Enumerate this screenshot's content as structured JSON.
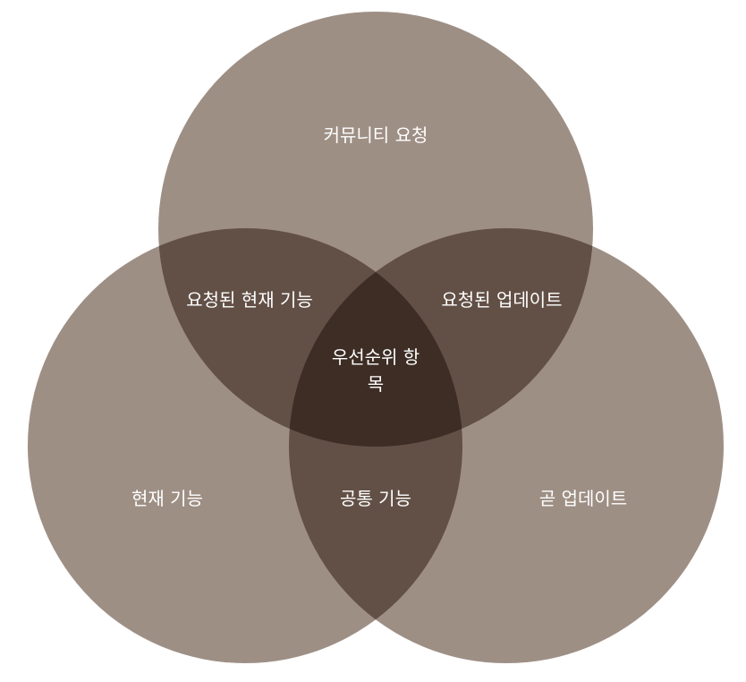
{
  "diagram": {
    "type": "venn",
    "colors": {
      "circle_fill": "#9e8f85",
      "label": "#ffffff",
      "background": "#ffffff"
    },
    "sets": {
      "top": "커뮤니티 요청",
      "left": "현재 기능",
      "right": "곧 업데이트"
    },
    "intersections": {
      "top_left": "요청된 현재 기능",
      "top_right": "요청된 업데이트",
      "left_right": "공통 기능",
      "center_line1": "우선순위 항",
      "center_line2": "목"
    }
  }
}
